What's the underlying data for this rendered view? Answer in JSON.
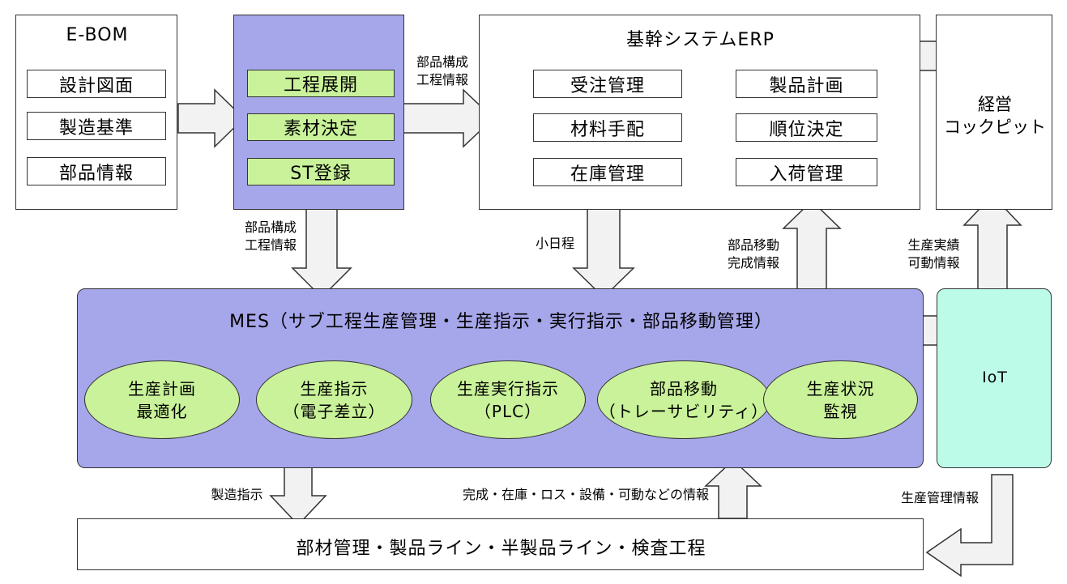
{
  "ebom": {
    "title": "E-BOM",
    "items": [
      "設計図面",
      "製造基準",
      "部品情報"
    ]
  },
  "process": {
    "items": [
      "工程展開",
      "素材決定",
      "ST登録"
    ]
  },
  "erp": {
    "title": "基幹システムERP",
    "left_items": [
      "受注管理",
      "材料手配",
      "在庫管理"
    ],
    "right_items": [
      "製品計画",
      "順位決定",
      "入荷管理"
    ]
  },
  "cockpit": {
    "title": "経営\nコックピット"
  },
  "mes": {
    "title": "MES（サブ工程生産管理・生産指示・実行指示・部品移動管理）",
    "functions": [
      "生産計画\n最適化",
      "生産指示\n（電子差立）",
      "生産実行指示\n（PLC）",
      "部品移動\n（トレーサビリティ）",
      "生産状況\n監視"
    ]
  },
  "iot": {
    "title": "IoT"
  },
  "floor": {
    "title": "部材管理・製品ライン・半製品ライン・検査工程"
  },
  "labels": {
    "to_erp": "部品構成\n工程情報",
    "to_mes": "部品構成\n工程情報",
    "schedule": "小日程",
    "parts_move": "部品移動\n完成情報",
    "results": "生産実績\n可動情報",
    "instructions": "製造指示",
    "feedback": "完成・在庫・ロス・設備・可動などの情報",
    "prod_mgmt": "生産管理情報"
  },
  "colors": {
    "purple": "#a6a6ea",
    "green": "#c9f29a",
    "cyan": "#bdfbe9",
    "arrow_fill": "#f2f2f2",
    "stroke": "#333333"
  }
}
